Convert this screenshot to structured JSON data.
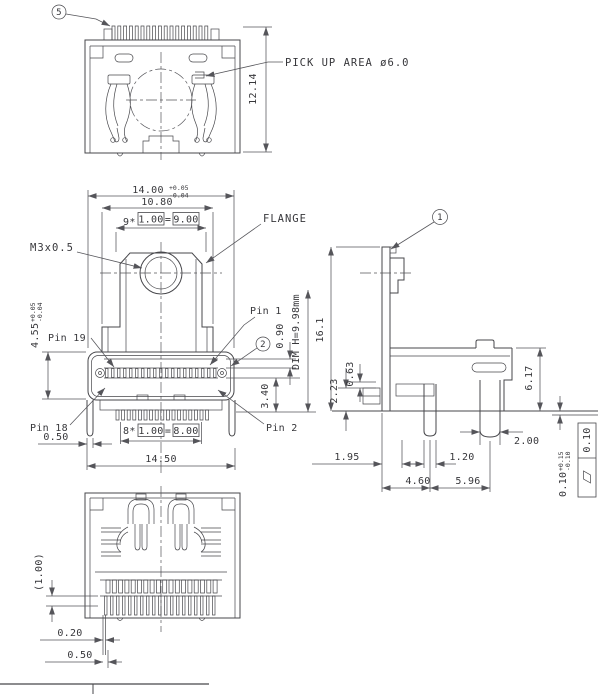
{
  "top_view": {
    "callout": "5",
    "pick_up_note": "PICK UP AREA ø6.0",
    "dim_depth": "12.14"
  },
  "front_view": {
    "dim_width": "14.00",
    "dim_width_tol_up": "+0.05",
    "dim_width_tol_dn": "-0.04",
    "dim_flange_width": "10.80",
    "top_pitch_prefix": "9*",
    "top_pitch_unit": "1.00",
    "equals": "=",
    "top_pitch_total": "9.00",
    "flange_label": "FLANGE",
    "thread_note": "M3x0.5",
    "dim_shell_height": "4.55",
    "dim_shell_height_tol_up": "+0.05",
    "dim_shell_height_tol_dn": "-0.04",
    "pin19": "Pin 19",
    "pin1": "Pin 1",
    "pin18": "Pin 18",
    "pin2": "Pin 2",
    "callout": "2",
    "dim_pin_step": "0.90",
    "dim_h_note": "DIM H=9.98mm",
    "dim_pin_to_board": "3.40",
    "bottom_pitch_prefix": "8*",
    "bottom_pitch_unit": "1.00",
    "bottom_pitch_total": "8.00",
    "dim_leg_width": "0.50",
    "dim_leg_span": "14.50"
  },
  "side_view": {
    "callout": "1",
    "dim_height": "16.1",
    "dim_lead_depth": "2.23",
    "dim_step": "0.63",
    "dim_body_height": "6.17",
    "dim_leg_width": "2.00",
    "dim_offset_a": "1.95",
    "dim_offset_b": "1.20",
    "dim_leg_pitch_a": "4.60",
    "dim_leg_pitch_b": "5.96",
    "dim_standoff": "0.10",
    "dim_standoff_tol_up": "+0.15",
    "dim_standoff_tol_dn": "-0.10",
    "flatness_value": "0.10"
  },
  "bottom_view": {
    "dim_ref": "(1.00)",
    "dim_pad_width": "0.20",
    "dim_pad_pitch": "0.50"
  }
}
